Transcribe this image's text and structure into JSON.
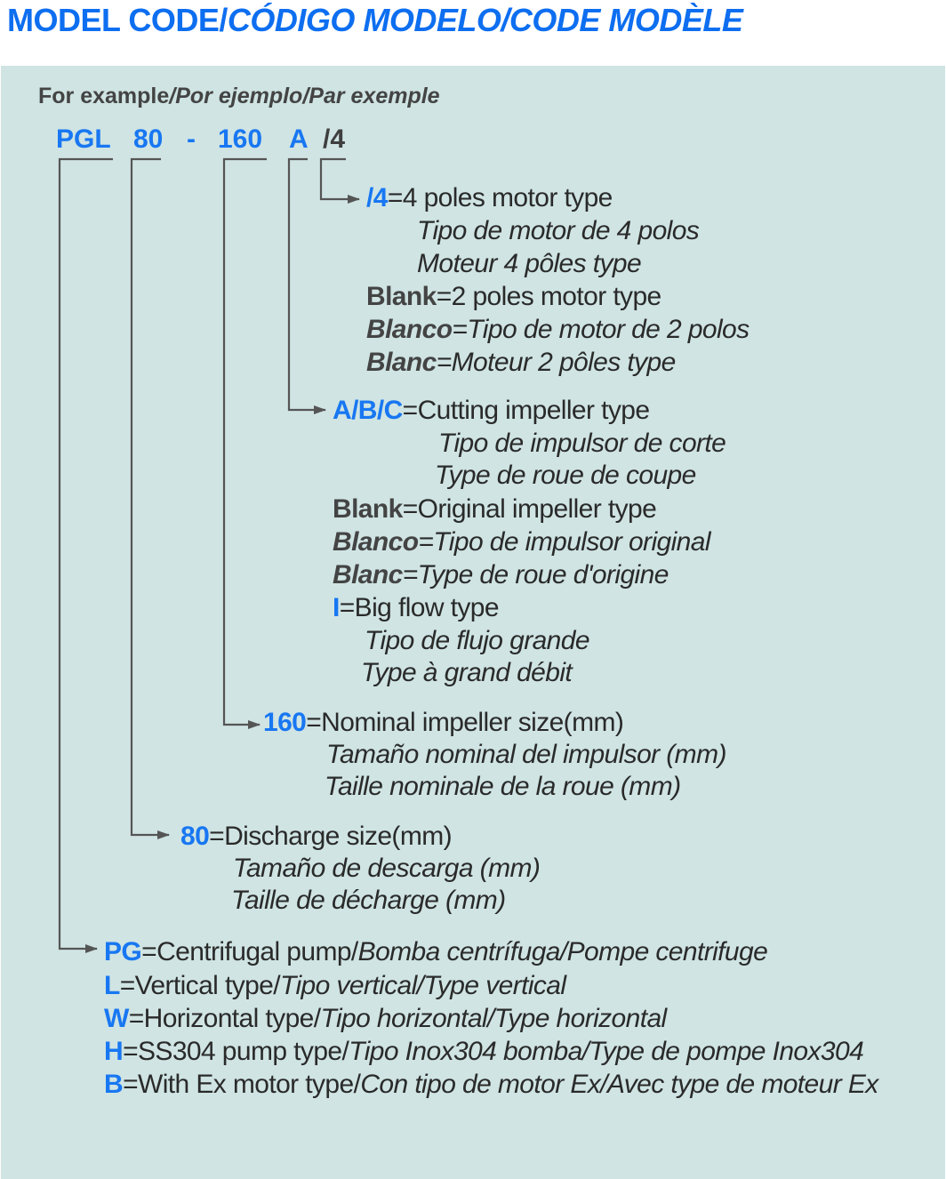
{
  "title": {
    "en": "MODEL CODE/",
    "es": "CÓDIGO MODELO/",
    "fr": "CODE MODÈLE"
  },
  "example": {
    "en": "For example",
    "es": "/Por ejemplo",
    "fr": "/Par exemple"
  },
  "code": {
    "pgl": "PGL",
    "discharge": "80",
    "dash": "-",
    "impeller": "160",
    "letter": "A",
    "poles": "/4"
  },
  "poles": {
    "key": "/4",
    "en": "=4 poles motor type",
    "es": "Tipo de motor de 4 polos",
    "fr": "Moteur 4 pôles type",
    "blank_en_key": "Blank",
    "blank_en": "=2 poles motor type",
    "blank_es_key": "Blanco",
    "blank_es": "=Tipo de motor de 2 polos",
    "blank_fr_key": "Blanc",
    "blank_fr": "=Moteur 2 pôles type"
  },
  "impeller_type": {
    "key": "A/B/C",
    "en": "=Cutting impeller type",
    "es": "Tipo de impulsor de corte",
    "fr": "Type de roue de coupe",
    "blank_en_key": "Blank",
    "blank_en": "=Original impeller type",
    "blank_es_key": "Blanco",
    "blank_es": "=Tipo de impulsor original",
    "blank_fr_key": "Blanc",
    "blank_fr": "=Type de roue d'origine",
    "big_key": "I",
    "big_en": "=Big flow type",
    "big_es": "Tipo de flujo grande",
    "big_fr": "Type à grand débit"
  },
  "impeller_size": {
    "key": "160",
    "en": "=Nominal impeller size(mm)",
    "es": "Tamaño nominal del impulsor (mm)",
    "fr": "Taille nominale de la roue (mm)"
  },
  "discharge": {
    "key": "80",
    "en": "=Discharge size(mm)",
    "es": "Tamaño de descarga (mm)",
    "fr": "Taille de décharge (mm)"
  },
  "series": [
    {
      "key": "PG",
      "en": "=Centrifugal pump/",
      "rest": "Bomba centrífuga/Pompe centrifuge"
    },
    {
      "key": "L",
      "en": "=Vertical type/",
      "rest": "Tipo vertical/Type vertical"
    },
    {
      "key": "W",
      "en": "=Horizontal type/",
      "rest": "Tipo horizontal/Type horizontal"
    },
    {
      "key": "H",
      "en": "=SS304 pump type/",
      "rest": "Tipo Inox304 bomba/Type de pompe Inox304"
    },
    {
      "key": "B",
      "en": "=With Ex motor type/",
      "rest": "Con tipo de motor Ex/Avec type de moteur Ex"
    }
  ],
  "colors": {
    "accent": "#1877f2",
    "panel": "#cfe4e3",
    "line": "#555555"
  }
}
